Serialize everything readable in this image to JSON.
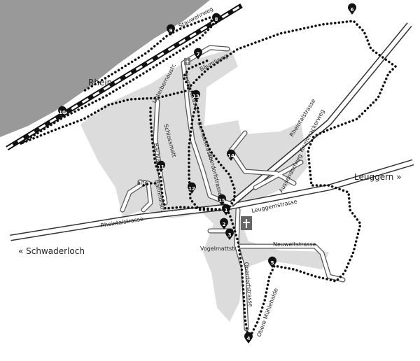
{
  "map": {
    "river_label": "Rhein",
    "directions": {
      "right": "Leuggern »",
      "left": "« Schwaderloch"
    },
    "streets": {
      "stauwehrweg": "Stauwehrweg",
      "baumliweg": "Bäumliweg",
      "unterbernaustr": "Unterbernaustr.",
      "bernaustrasse_top": "Bernaustrasse",
      "bernaustrasse": "Bernaustrasse",
      "schlossmatt": "Schlossmatt",
      "bachliweg": "Bächliweg",
      "oberdorfstrasse_mid": "Oberdorfstrasse",
      "rheintalstrasse_ne": "Rheintalstrasse",
      "krummackerweg": "Krummackerweg",
      "aussendorfweg": "Aussendorfweg",
      "alte": "alte",
      "bahnhofstr": "Bahnhofstr.",
      "rheintalstrasse_main": "Rheintalstrasse",
      "leuggernstrasse": "Leuggernstrasse",
      "vogelmattstr": "Vogelmattstr.",
      "neuweltstrasse": "Neuweltstrasse",
      "oberdorfstrasse_south": "Oberdorfstrasse",
      "obere_muhlehalde": "Obere Mühlehalde"
    },
    "markers": [
      "1",
      "2",
      "3",
      "4",
      "5",
      "6",
      "7",
      "8",
      "9",
      "10",
      "11",
      "12",
      "13",
      "14",
      "15"
    ],
    "colors": {
      "river": "#999999",
      "built_area": "#dcdcdc",
      "road_fill": "#ffffff",
      "road_edge": "#333333",
      "route": "#111111",
      "marker": "#111111"
    }
  }
}
